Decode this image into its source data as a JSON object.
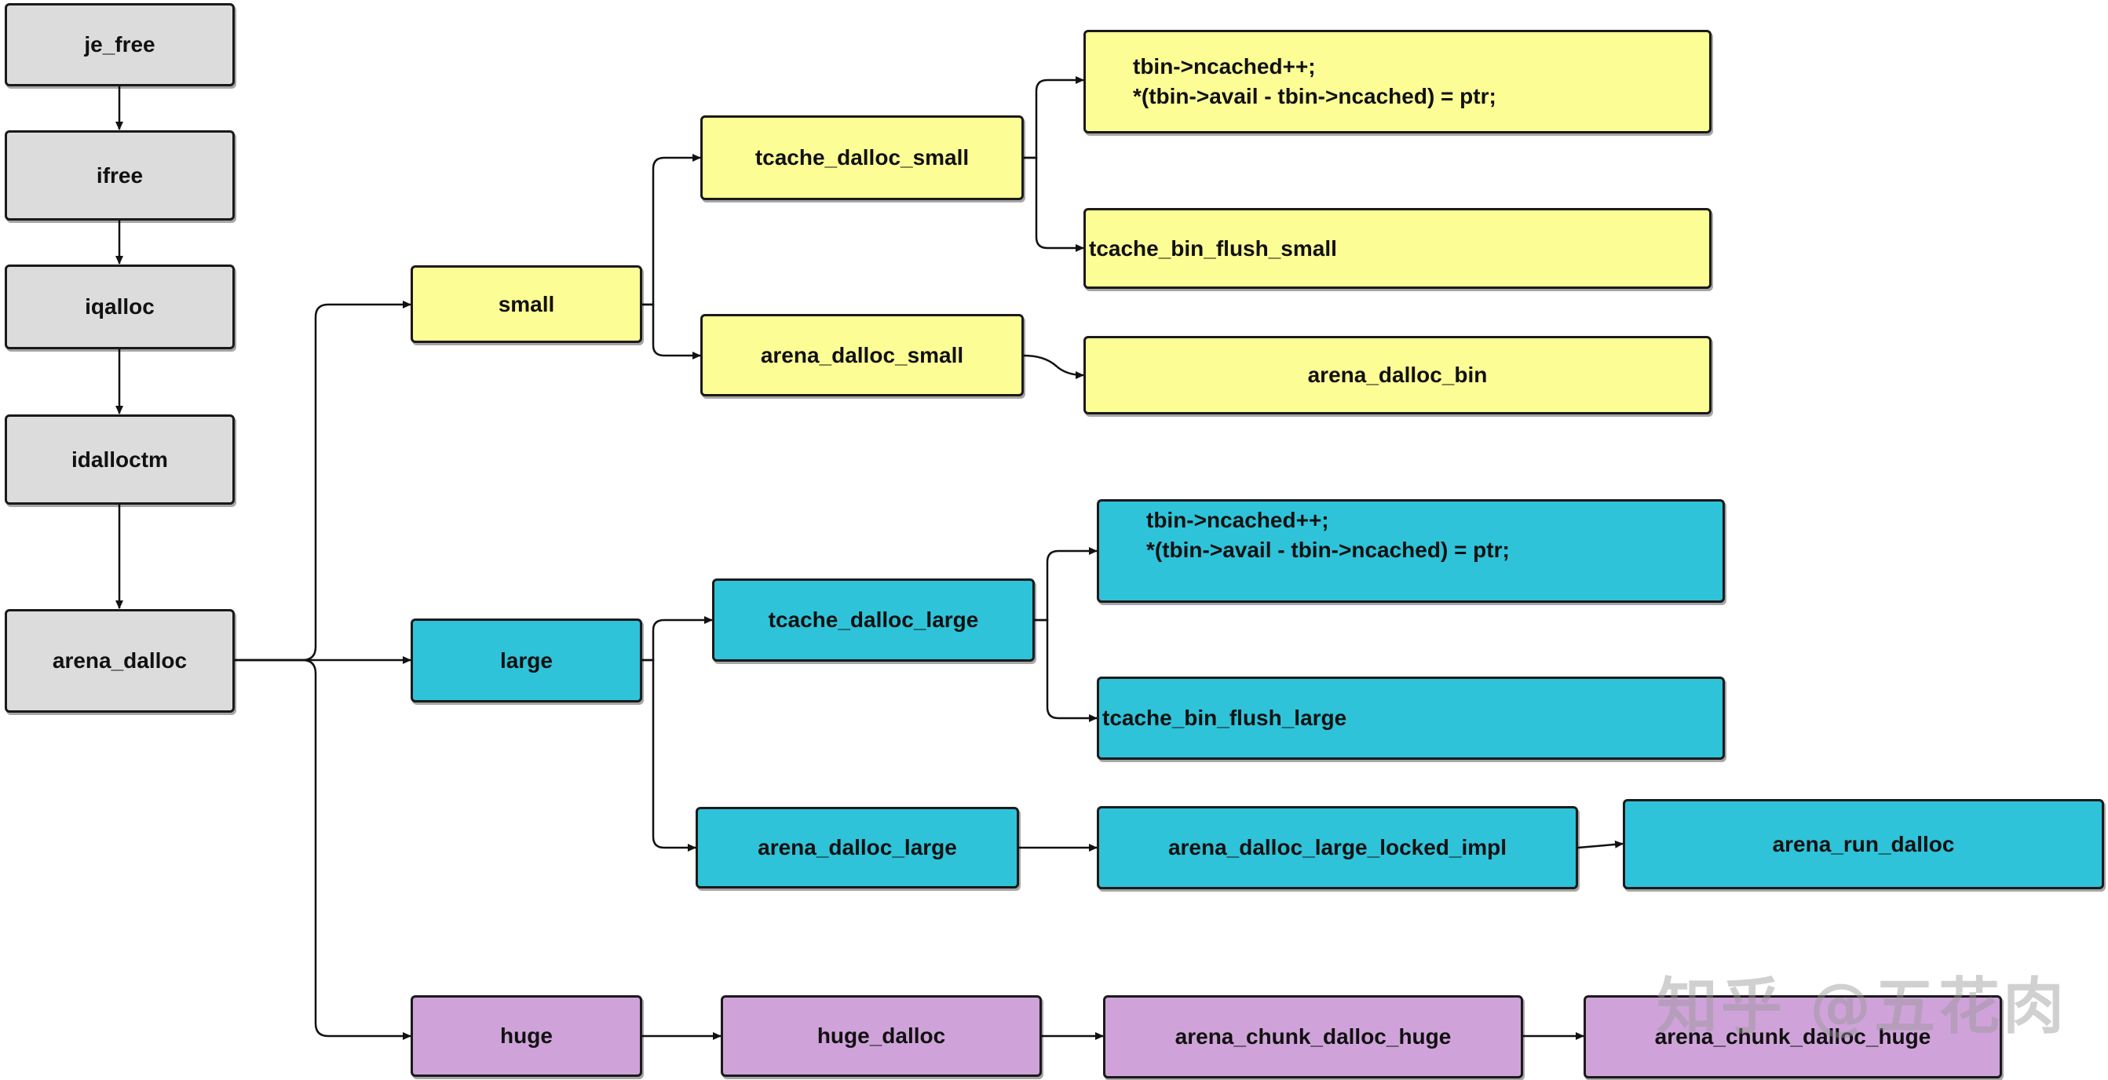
{
  "nodes": {
    "je_free": "je_free",
    "ifree": "ifree",
    "iqalloc": "iqalloc",
    "idalloctm": "idalloctm",
    "arena_dalloc": "arena_dalloc",
    "small": "small",
    "large": "large",
    "huge": "huge",
    "tcache_dalloc_small": "tcache_dalloc_small",
    "arena_dalloc_small": "arena_dalloc_small",
    "tcache_dalloc_large": "tcache_dalloc_large",
    "arena_dalloc_large": "arena_dalloc_large",
    "huge_dalloc": "huge_dalloc",
    "small_code_line1": "tbin->ncached++;",
    "small_code_line2": "*(tbin->avail - tbin->ncached) = ptr;",
    "tcache_bin_flush_small": "tcache_bin_flush_small",
    "arena_dalloc_bin": "arena_dalloc_bin",
    "large_code_line1": "tbin->ncached++;",
    "large_code_line2": "*(tbin->avail - tbin->ncached) = ptr;",
    "tcache_bin_flush_large": "tcache_bin_flush_large",
    "arena_dalloc_large_locked_impl": "arena_dalloc_large_locked_impl",
    "arena_run_dalloc": "arena_run_dalloc",
    "arena_chunk_dalloc_huge_1": "arena_chunk_dalloc_huge",
    "arena_chunk_dalloc_huge_2": "arena_chunk_dalloc_huge"
  },
  "colors": {
    "gray": "#dcdcdc",
    "yellow": "#fdfd96",
    "cyan": "#2ec3d9",
    "purple": "#cfa3d9"
  },
  "watermark": "知乎 @五花肉"
}
